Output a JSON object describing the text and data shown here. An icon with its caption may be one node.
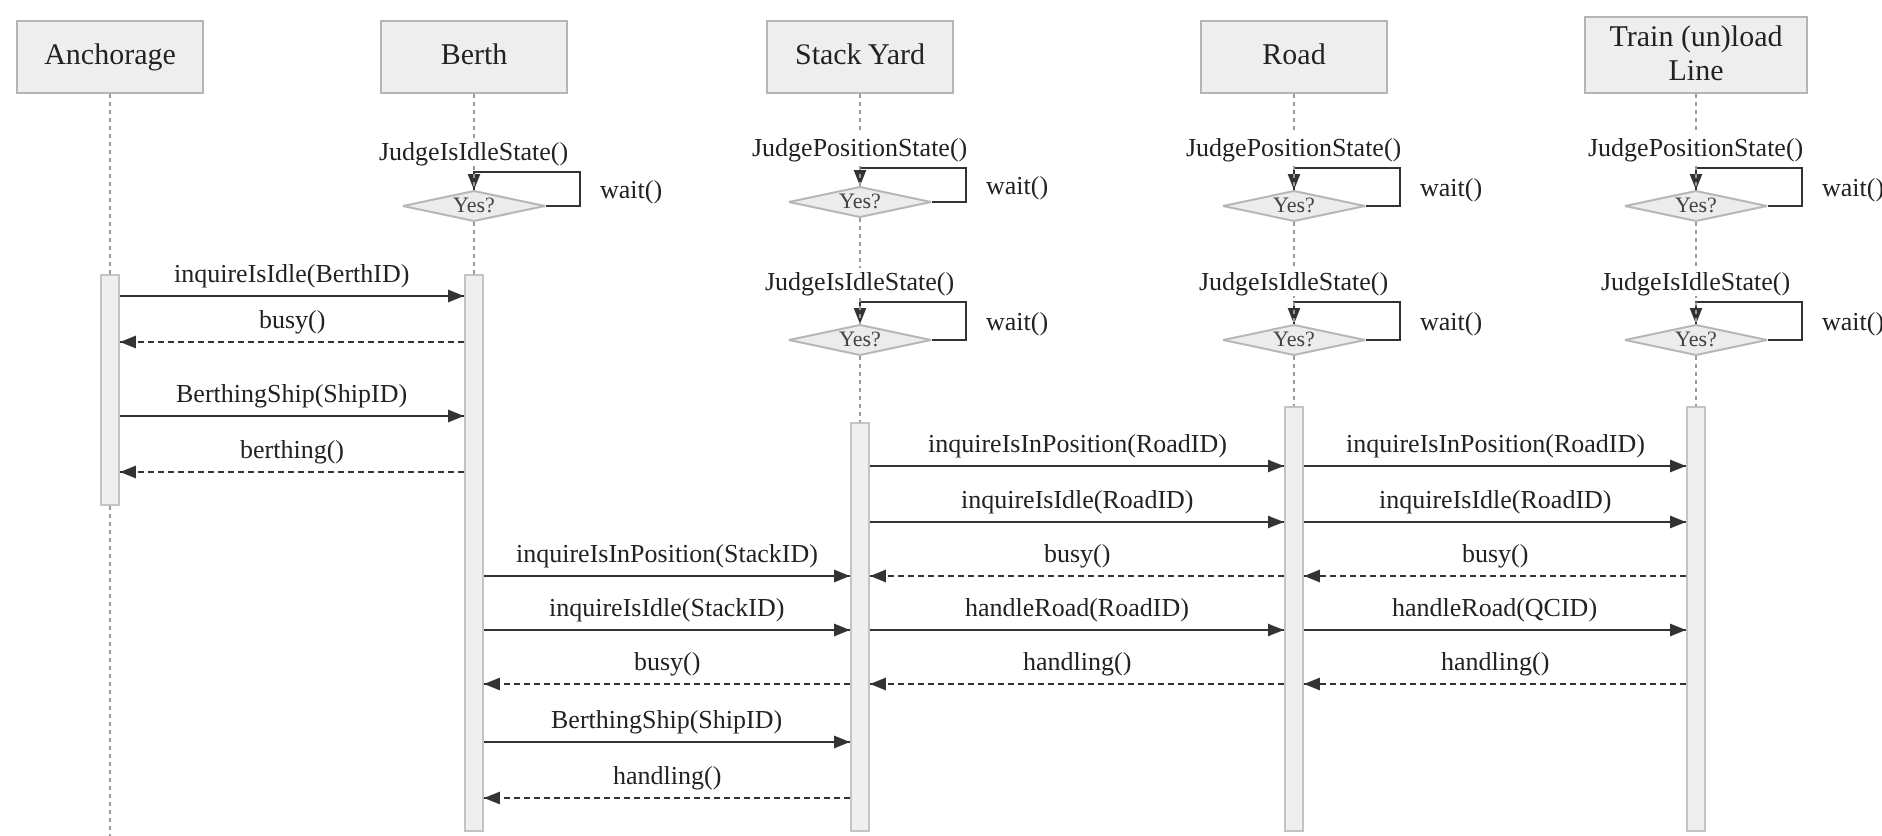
{
  "diagram": {
    "nodes": [
      {
        "text": [
          "Anchorage"
        ]
      },
      {
        "text": [
          "Berth"
        ]
      },
      {
        "text": [
          "Stack Yard"
        ]
      },
      {
        "text": [
          "Road"
        ]
      },
      {
        "text": [
          "Train (un)load Line"
        ]
      },
      {
        "text": [
          "Yes?"
        ],
        "beside": [
          "JudgeIsIdleState()"
        ]
      },
      {
        "text": [
          "Yes?"
        ],
        "beside": [
          "JudgePositionState()"
        ]
      },
      {
        "text": [
          "Yes?"
        ],
        "beside": [
          "JudgeIsIdleState()"
        ]
      },
      {
        "text": [
          "Yes?"
        ],
        "beside": [
          "JudgePositionState()"
        ]
      },
      {
        "text": [
          "Yes?"
        ],
        "beside": [
          "JudgeIsIdleState()"
        ]
      },
      {
        "text": [
          "Yes?"
        ],
        "beside": [
          "JudgePositionState()"
        ]
      },
      {
        "text": [
          "Yes?"
        ],
        "beside": [
          "JudgeIsIdleState()"
        ]
      },
      {
        "text": [],
        "shape": "bar"
      },
      {
        "text": [],
        "shape": "bar"
      },
      {
        "text": [],
        "shape": "bar"
      },
      {
        "text": [],
        "shape": "bar"
      },
      {
        "text": [],
        "shape": "bar"
      }
    ],
    "edges": [
      {
        "from": 5,
        "to": 5,
        "arrow": "to",
        "label": "wait()"
      },
      {
        "from": 6,
        "to": 6,
        "arrow": "to",
        "label": "wait()"
      },
      {
        "from": 7,
        "to": 7,
        "arrow": "to",
        "label": "wait()"
      },
      {
        "from": 8,
        "to": 8,
        "arrow": "to",
        "label": "wait()"
      },
      {
        "from": 9,
        "to": 9,
        "arrow": "to",
        "label": "wait()"
      },
      {
        "from": 10,
        "to": 10,
        "arrow": "to",
        "label": "wait()"
      },
      {
        "from": 11,
        "to": 11,
        "arrow": "to",
        "label": "wait()"
      },
      {
        "from": 12,
        "to": 13,
        "arrow": "to",
        "label": "inquireIsIdle(BerthID)"
      },
      {
        "from": 13,
        "to": 12,
        "arrow": "to",
        "label": "busy()",
        "style": "dashed"
      },
      {
        "from": 12,
        "to": 13,
        "arrow": "to",
        "label": "BerthingShip(ShipID)"
      },
      {
        "from": 13,
        "to": 12,
        "arrow": "to",
        "label": "berthing()",
        "style": "dashed"
      },
      {
        "from": 14,
        "to": 15,
        "arrow": "to",
        "label": "inquireIsInPosition(RoadID)"
      },
      {
        "from": 15,
        "to": 16,
        "arrow": "to",
        "label": "inquireIsInPosition(RoadID)"
      },
      {
        "from": 14,
        "to": 15,
        "arrow": "to",
        "label": "inquireIsIdle(RoadID)"
      },
      {
        "from": 15,
        "to": 16,
        "arrow": "to",
        "label": "inquireIsIdle(RoadID)"
      },
      {
        "from": 13,
        "to": 14,
        "arrow": "to",
        "label": "inquireIsInPosition(StackID)"
      },
      {
        "from": 15,
        "to": 14,
        "arrow": "to",
        "label": "busy()",
        "style": "dashed"
      },
      {
        "from": 16,
        "to": 15,
        "arrow": "to",
        "label": "busy()",
        "style": "dashed"
      },
      {
        "from": 13,
        "to": 14,
        "arrow": "to",
        "label": "inquireIsIdle(StackID)"
      },
      {
        "from": 14,
        "to": 15,
        "arrow": "to",
        "label": "handleRoad(RoadID)"
      },
      {
        "from": 15,
        "to": 16,
        "arrow": "to",
        "label": "handleRoad(QCID)"
      },
      {
        "from": 14,
        "to": 13,
        "arrow": "to",
        "label": "busy()",
        "style": "dashed"
      },
      {
        "from": 15,
        "to": 14,
        "arrow": "to",
        "label": "handling()",
        "style": "dashed"
      },
      {
        "from": 16,
        "to": 15,
        "arrow": "to",
        "label": "handling()",
        "style": "dashed"
      },
      {
        "from": 13,
        "to": 14,
        "arrow": "to",
        "label": "BerthingShip(ShipID)"
      },
      {
        "from": 14,
        "to": 13,
        "arrow": "to",
        "label": "handling()",
        "style": "dashed"
      },
      {
        "from": 0,
        "to": 12,
        "arrow": "none",
        "style": "dashed",
        "color": "#999999"
      },
      {
        "from": 12,
        "to": null,
        "arrow": "none",
        "style": "dashed",
        "color": "#999999"
      },
      {
        "from": 1,
        "to": 5,
        "arrow": "none",
        "style": "dashed",
        "color": "#999999"
      },
      {
        "from": 5,
        "to": 13,
        "arrow": "none",
        "style": "dashed",
        "color": "#999999"
      },
      {
        "from": 2,
        "to": 6,
        "arrow": "none",
        "style": "dashed",
        "color": "#999999"
      },
      {
        "from": 6,
        "to": 7,
        "arrow": "none",
        "style": "dashed",
        "color": "#999999"
      },
      {
        "from": 7,
        "to": 14,
        "arrow": "none",
        "style": "dashed",
        "color": "#999999"
      },
      {
        "from": 3,
        "to": 8,
        "arrow": "none",
        "style": "dashed",
        "color": "#999999"
      },
      {
        "from": 8,
        "to": 9,
        "arrow": "none",
        "style": "dashed",
        "color": "#999999"
      },
      {
        "from": 9,
        "to": 15,
        "arrow": "none",
        "style": "dashed",
        "color": "#999999"
      },
      {
        "from": 4,
        "to": 10,
        "arrow": "none",
        "style": "dashed",
        "color": "#999999"
      },
      {
        "from": 10,
        "to": 11,
        "arrow": "none",
        "style": "dashed",
        "color": "#999999"
      },
      {
        "from": 11,
        "to": 16,
        "arrow": "none",
        "style": "dashed",
        "color": "#999999"
      }
    ]
  }
}
